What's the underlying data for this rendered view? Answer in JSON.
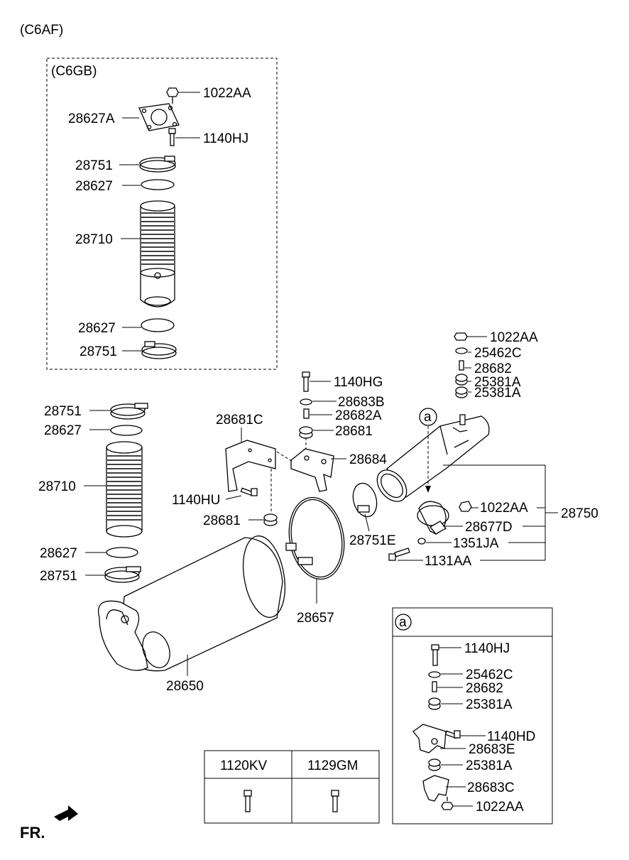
{
  "header": {
    "model_code": "(C6AF)"
  },
  "inset_c6gb": {
    "title": "(C6GB)",
    "labels": [
      "1022AA",
      "28627A",
      "1140HJ",
      "28751",
      "28627",
      "28710",
      "28627",
      "28751"
    ]
  },
  "main": {
    "left_labels": [
      "28751",
      "28627",
      "28710",
      "28627",
      "28751"
    ],
    "muffler_labels": [
      "28681C",
      "1140HU",
      "28681",
      "28650",
      "28657",
      "28751E"
    ],
    "hanger_labels": [
      "1140HG",
      "28683B",
      "28682A",
      "28681",
      "28684"
    ],
    "pipe_labels": [
      "1022AA",
      "25462C",
      "28682",
      "25381A",
      "25381A"
    ],
    "bracket_labels": [
      "1022AA",
      "28677D",
      "1351JA",
      "1131AA"
    ],
    "assembly_label": "28750",
    "detail_ref": "a"
  },
  "detail_a": {
    "ref": "a",
    "labels": [
      "1140HJ",
      "25462C",
      "28682",
      "25381A",
      "1140HD",
      "28683E",
      "25381A",
      "28683C",
      "1022AA"
    ]
  },
  "fastener_table": {
    "headers": [
      "1120KV",
      "1129GM"
    ]
  },
  "footer": {
    "direction_label": "FR."
  }
}
